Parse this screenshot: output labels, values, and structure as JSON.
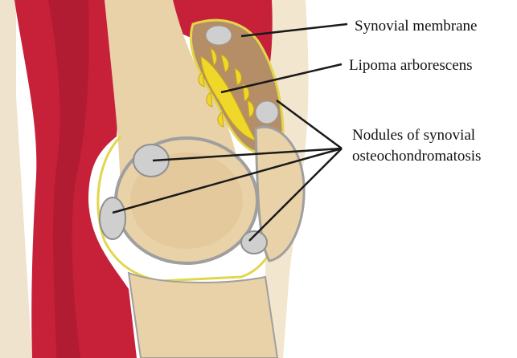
{
  "labels": {
    "synovial_membrane": "Synovial membrane",
    "lipoma_arborescens": "Lipoma arborescens",
    "nodules_line1": "Nodules of synovial",
    "nodules_line2": "osteochondromatosis"
  },
  "colors": {
    "muscle": "#c7213a",
    "muscle_dark": "#9e1a2c",
    "bone": "#e9d2a7",
    "bone_shade": "#d9b98a",
    "joint_fluid": "#b58e68",
    "synovium": "#e2d64a",
    "lipoma": "#f0d82a",
    "nodule": "#cfcfcf",
    "leader_line": "#1a1a1a",
    "skin": "#f4e7cf"
  }
}
